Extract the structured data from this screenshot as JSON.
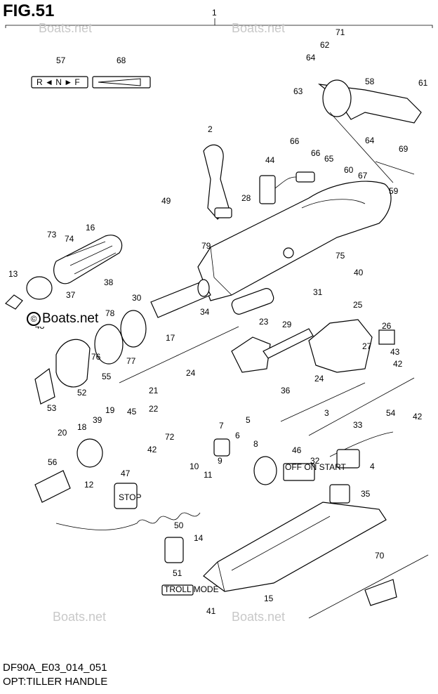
{
  "figure": {
    "title": "FIG.51",
    "footer_code": "DF90A_E03_014_051",
    "footer_name": "OPT:TILLER HANDLE",
    "watermark": "Boats.net",
    "watermark_symbol": "©"
  },
  "labels": {
    "decal_57": "R ◄ N ► F",
    "decal_47": "STOP",
    "decal_46": "OFF  ON  START",
    "decal_51": "TROLL MODE"
  },
  "callouts": [
    {
      "id": "c1",
      "text": "1"
    },
    {
      "id": "c2",
      "text": "2"
    },
    {
      "id": "c3",
      "text": "3"
    },
    {
      "id": "c4",
      "text": "4"
    },
    {
      "id": "c5",
      "text": "5"
    },
    {
      "id": "c6",
      "text": "6"
    },
    {
      "id": "c7",
      "text": "7"
    },
    {
      "id": "c8",
      "text": "8"
    },
    {
      "id": "c9",
      "text": "9"
    },
    {
      "id": "c10",
      "text": "10"
    },
    {
      "id": "c11",
      "text": "11"
    },
    {
      "id": "c12",
      "text": "12"
    },
    {
      "id": "c13",
      "text": "13"
    },
    {
      "id": "c14",
      "text": "14"
    },
    {
      "id": "c15",
      "text": "15"
    },
    {
      "id": "c16",
      "text": "16"
    },
    {
      "id": "c17",
      "text": "17"
    },
    {
      "id": "c18",
      "text": "18"
    },
    {
      "id": "c19",
      "text": "19"
    },
    {
      "id": "c20",
      "text": "20"
    },
    {
      "id": "c21",
      "text": "21"
    },
    {
      "id": "c22",
      "text": "22"
    },
    {
      "id": "c23",
      "text": "23"
    },
    {
      "id": "c24a",
      "text": "24"
    },
    {
      "id": "c24b",
      "text": "24"
    },
    {
      "id": "c25",
      "text": "25"
    },
    {
      "id": "c26",
      "text": "26"
    },
    {
      "id": "c27",
      "text": "27"
    },
    {
      "id": "c28",
      "text": "28"
    },
    {
      "id": "c29",
      "text": "29"
    },
    {
      "id": "c30",
      "text": "30"
    },
    {
      "id": "c31",
      "text": "31"
    },
    {
      "id": "c32",
      "text": "32"
    },
    {
      "id": "c33",
      "text": "33"
    },
    {
      "id": "c34",
      "text": "34"
    },
    {
      "id": "c35",
      "text": "35"
    },
    {
      "id": "c36",
      "text": "36"
    },
    {
      "id": "c37",
      "text": "37"
    },
    {
      "id": "c38",
      "text": "38"
    },
    {
      "id": "c39",
      "text": "39"
    },
    {
      "id": "c40",
      "text": "40"
    },
    {
      "id": "c41",
      "text": "41"
    },
    {
      "id": "c42a",
      "text": "42"
    },
    {
      "id": "c42b",
      "text": "42"
    },
    {
      "id": "c42c",
      "text": "42"
    },
    {
      "id": "c43",
      "text": "43"
    },
    {
      "id": "c44",
      "text": "44"
    },
    {
      "id": "c45",
      "text": "45"
    },
    {
      "id": "c46",
      "text": "46"
    },
    {
      "id": "c47",
      "text": "47"
    },
    {
      "id": "c48",
      "text": "48"
    },
    {
      "id": "c49",
      "text": "49"
    },
    {
      "id": "c50",
      "text": "50"
    },
    {
      "id": "c51",
      "text": "51"
    },
    {
      "id": "c52",
      "text": "52"
    },
    {
      "id": "c53",
      "text": "53"
    },
    {
      "id": "c54",
      "text": "54"
    },
    {
      "id": "c55",
      "text": "55"
    },
    {
      "id": "c56",
      "text": "56"
    },
    {
      "id": "c57",
      "text": "57"
    },
    {
      "id": "c58",
      "text": "58"
    },
    {
      "id": "c59",
      "text": "59"
    },
    {
      "id": "c60",
      "text": "60"
    },
    {
      "id": "c61",
      "text": "61"
    },
    {
      "id": "c62",
      "text": "62"
    },
    {
      "id": "c63",
      "text": "63"
    },
    {
      "id": "c64a",
      "text": "64"
    },
    {
      "id": "c64b",
      "text": "64"
    },
    {
      "id": "c65",
      "text": "65"
    },
    {
      "id": "c66a",
      "text": "66"
    },
    {
      "id": "c66b",
      "text": "66"
    },
    {
      "id": "c67",
      "text": "67"
    },
    {
      "id": "c68",
      "text": "68"
    },
    {
      "id": "c69",
      "text": "69"
    },
    {
      "id": "c70",
      "text": "70"
    },
    {
      "id": "c71",
      "text": "71"
    },
    {
      "id": "c72",
      "text": "72"
    },
    {
      "id": "c73",
      "text": "73"
    },
    {
      "id": "c74",
      "text": "74"
    },
    {
      "id": "c75",
      "text": "75"
    },
    {
      "id": "c76",
      "text": "76"
    },
    {
      "id": "c77",
      "text": "77"
    },
    {
      "id": "c78",
      "text": "78"
    },
    {
      "id": "c79",
      "text": "79"
    }
  ]
}
